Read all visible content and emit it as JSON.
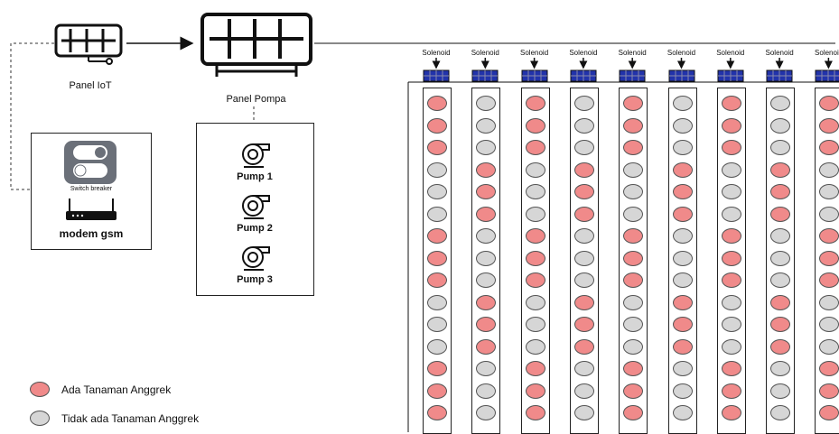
{
  "panel_iot": {
    "label": "Panel IoT"
  },
  "panel_pompa": {
    "label": "Panel Pompa"
  },
  "control_box": {
    "switch_label": "Switch breaker",
    "modem_label": "modem gsm"
  },
  "pumps": [
    {
      "label": "Pump 1"
    },
    {
      "label": "Pump 2"
    },
    {
      "label": "Pump 3"
    }
  ],
  "solenoid_label": "Solenoid",
  "solenoid_labels": [
    "Solenoid",
    "Solenoid",
    "Solenoid",
    "Solenoid",
    "Solenoid",
    "Solenoid",
    "Solenoid",
    "Solenoid",
    "Solenoic"
  ],
  "colors": {
    "present": "#f08a8a",
    "absent": "#d6d6d6",
    "solenoid": "#2233aa"
  },
  "legend": {
    "present_label": "Ada Tanaman Anggrek",
    "absent_label": "Tidak ada Tanaman Anggrek"
  },
  "field": {
    "columns": [
      [
        1,
        1,
        1,
        0,
        0,
        0,
        1,
        1,
        1,
        0,
        0,
        0,
        1,
        1,
        1
      ],
      [
        0,
        0,
        0,
        1,
        1,
        1,
        0,
        0,
        0,
        1,
        1,
        1,
        0,
        0,
        0
      ],
      [
        1,
        1,
        1,
        0,
        0,
        0,
        1,
        1,
        1,
        0,
        0,
        0,
        1,
        1,
        1
      ],
      [
        0,
        0,
        0,
        1,
        1,
        1,
        0,
        0,
        0,
        1,
        1,
        1,
        0,
        0,
        0
      ],
      [
        1,
        1,
        1,
        0,
        0,
        0,
        1,
        1,
        1,
        0,
        0,
        0,
        1,
        1,
        1
      ],
      [
        0,
        0,
        0,
        1,
        1,
        1,
        0,
        0,
        0,
        1,
        1,
        1,
        0,
        0,
        0
      ],
      [
        1,
        1,
        1,
        0,
        0,
        0,
        1,
        1,
        1,
        0,
        0,
        0,
        1,
        1,
        1
      ],
      [
        0,
        0,
        0,
        1,
        1,
        1,
        0,
        0,
        0,
        1,
        1,
        1,
        0,
        0,
        0
      ],
      [
        1,
        1,
        1,
        0,
        0,
        0,
        1,
        1,
        1,
        0,
        0,
        0,
        1,
        1,
        1
      ]
    ]
  }
}
